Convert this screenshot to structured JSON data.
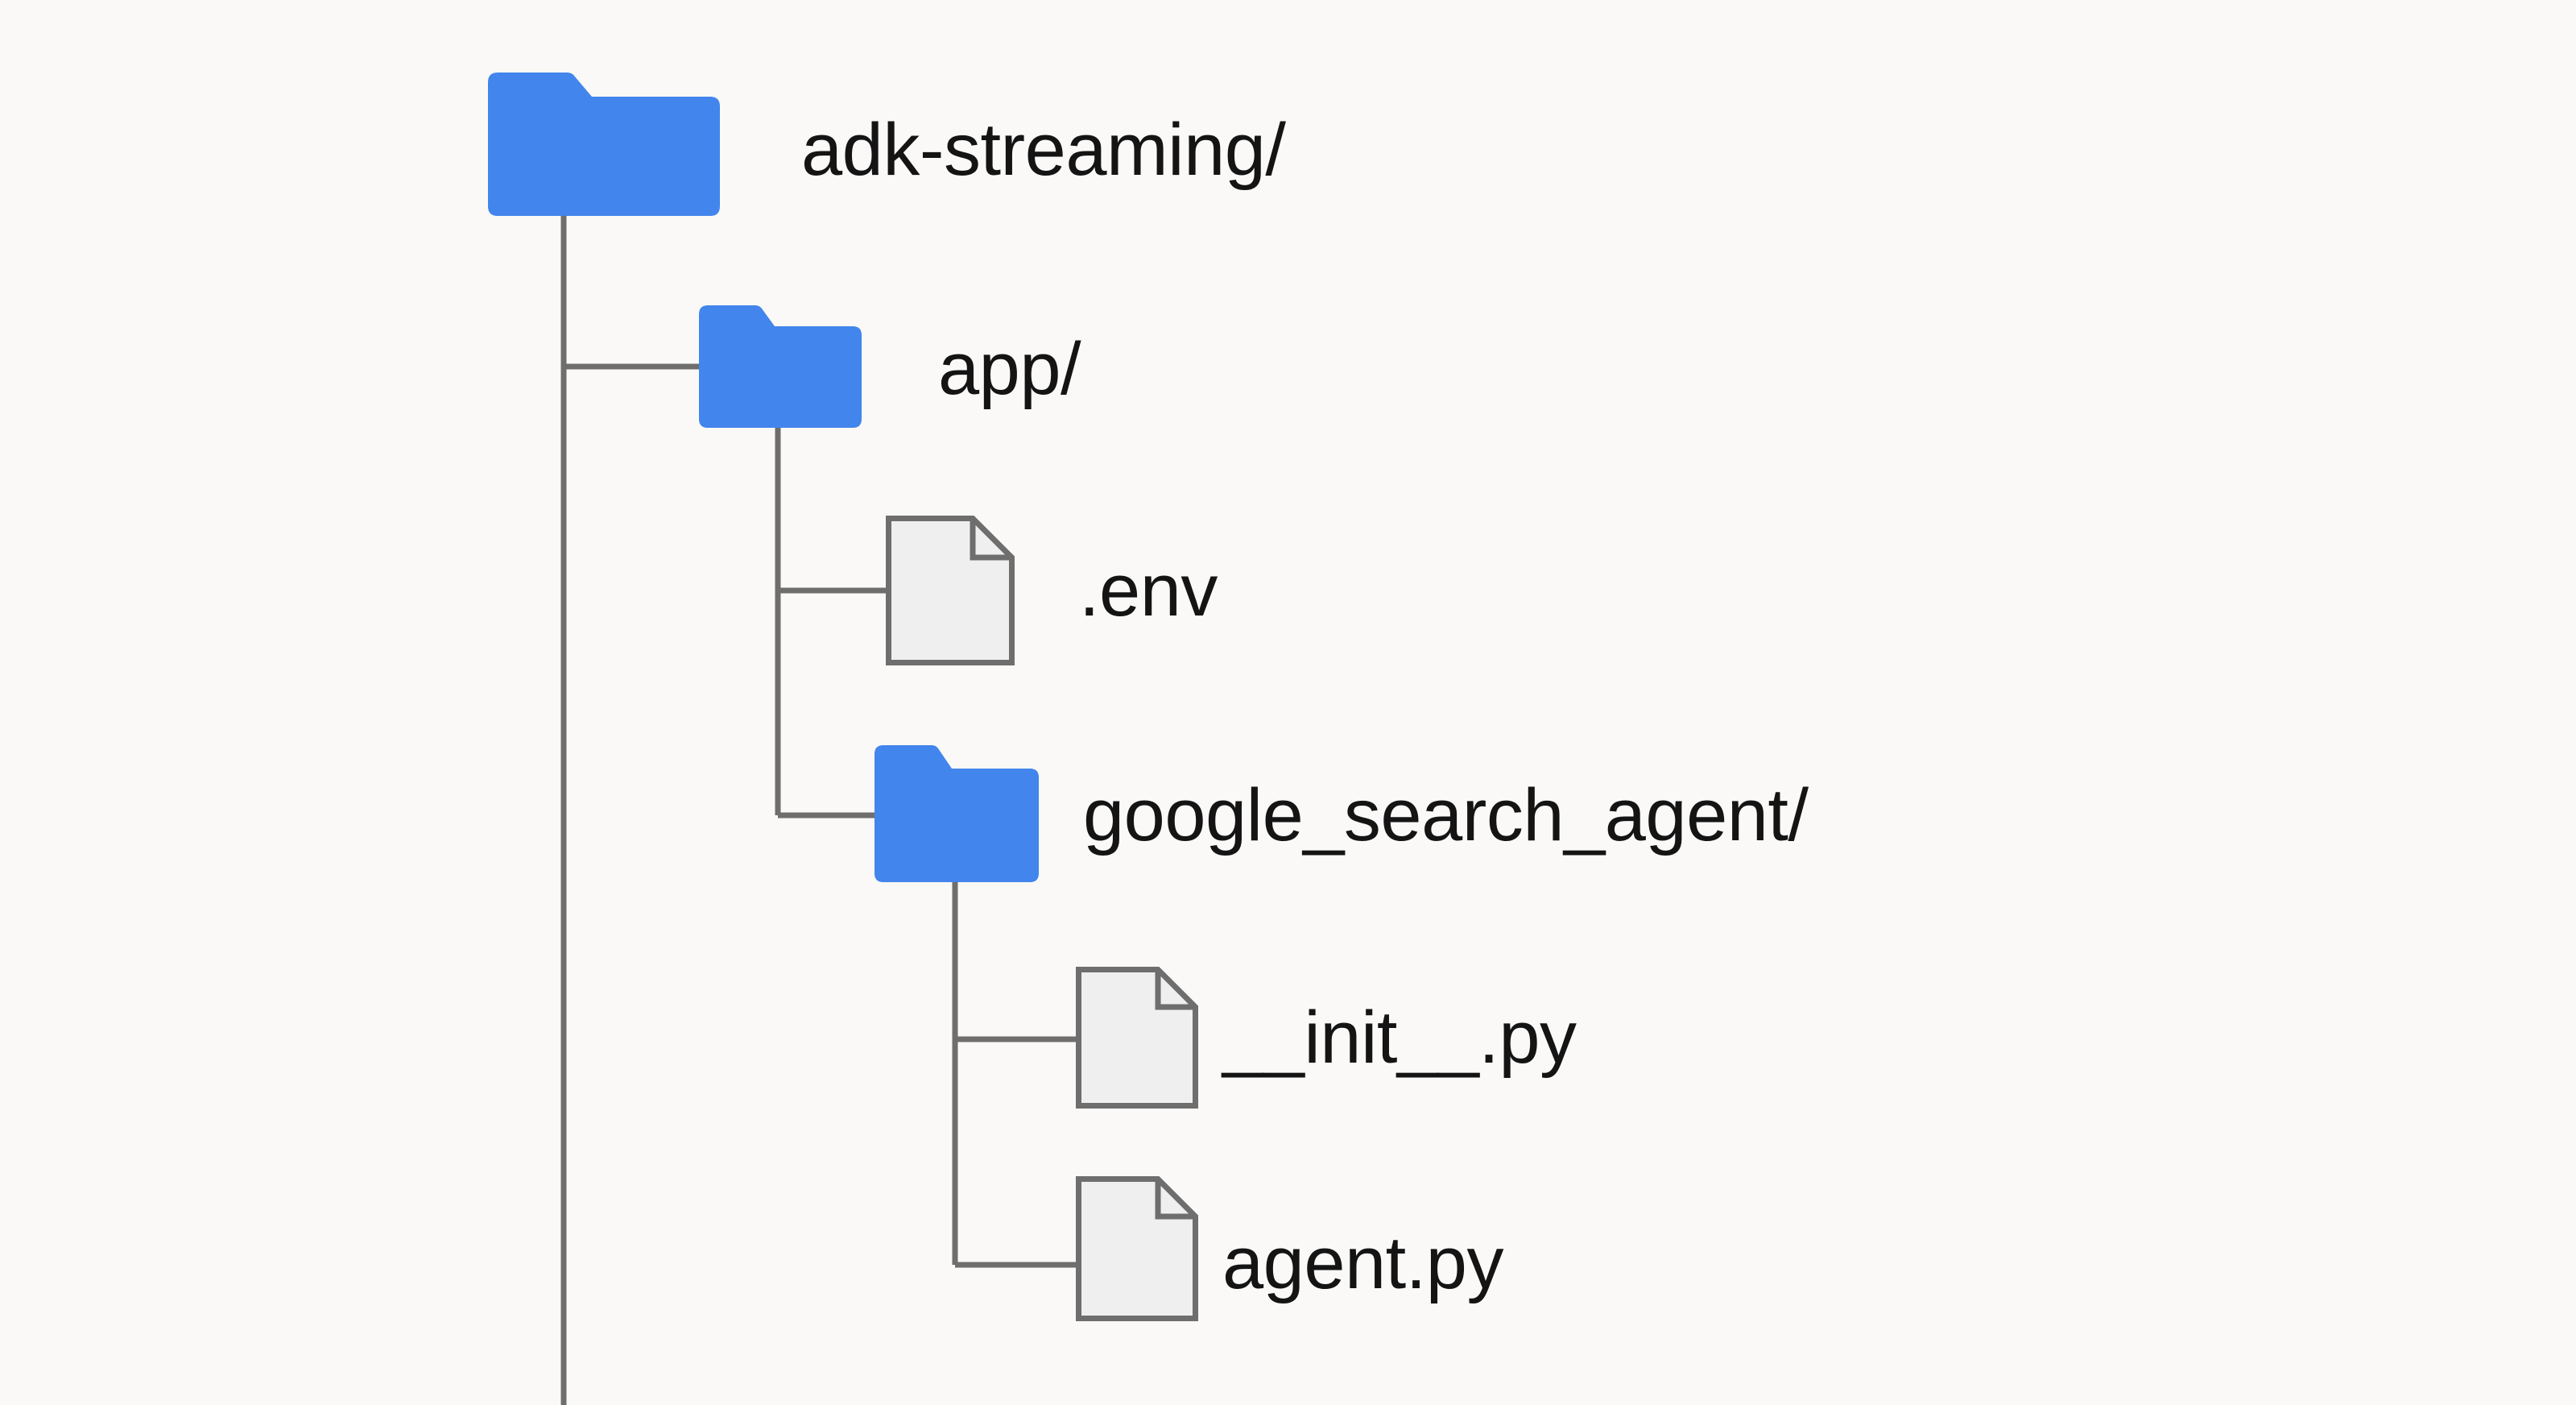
{
  "diagram": {
    "type": "directory-tree",
    "title": "adk-streaming project structure",
    "background_color": "#faf9f7",
    "folder_color": "#4285ec",
    "file_fill_color": "#efefef",
    "file_stroke_color": "#6e6e6e",
    "connector_color": "#6e6e6e",
    "text_color": "#141414"
  },
  "nodes": [
    {
      "id": "root",
      "label": "adk-streaming/",
      "kind": "folder",
      "icon": "folder-icon",
      "depth": 0
    },
    {
      "id": "app",
      "label": "app/",
      "kind": "folder",
      "icon": "folder-icon",
      "depth": 1
    },
    {
      "id": "env",
      "label": ".env",
      "kind": "file",
      "icon": "file-icon",
      "depth": 2
    },
    {
      "id": "google_search_agent",
      "label": "google_search_agent/",
      "kind": "folder",
      "icon": "folder-icon",
      "depth": 2
    },
    {
      "id": "init_py",
      "label": "__init__.py",
      "kind": "file",
      "icon": "file-icon",
      "depth": 3
    },
    {
      "id": "agent_py",
      "label": "agent.py",
      "kind": "file",
      "icon": "file-icon",
      "depth": 3
    }
  ]
}
